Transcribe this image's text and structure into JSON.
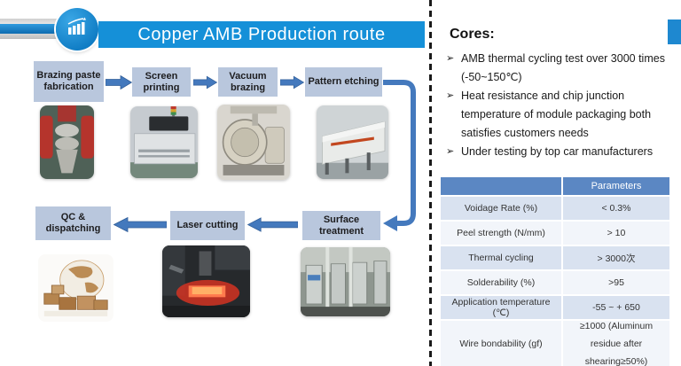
{
  "header": {
    "title": "Copper AMB Production route",
    "banner_color": "#1590d8",
    "logo_icon": "bar-chart-growth-icon"
  },
  "flowchart": {
    "box_color": "#b9c7dd",
    "arrow_color": "#4479bd",
    "top_row": [
      {
        "label": "Brazing paste fabrication",
        "photo": "three-roll-mill-photo"
      },
      {
        "label": "Screen printing",
        "photo": "screen-printing-machine-photo"
      },
      {
        "label": "Vacuum brazing",
        "photo": "vacuum-brazing-furnace-photo"
      },
      {
        "label": "Pattern etching",
        "photo": "etching-line-photo"
      }
    ],
    "bottom_row": [
      {
        "label": "QC & dispatching",
        "photo": "globe-with-packages-photo"
      },
      {
        "label": "Laser cutting",
        "photo": "laser-cutting-machine-photo"
      },
      {
        "label": "Surface treatment",
        "photo": "surface-treatment-line-photo"
      }
    ]
  },
  "cores": {
    "heading": "Cores:",
    "bullet_marker": "➢",
    "bullets": [
      "AMB thermal cycling test over 3000 times  (-50~150℃)",
      "Heat resistance and chip junction temperature of module packaging both satisfies customers needs",
      "Under testing by top car manufacturers"
    ]
  },
  "table": {
    "header": [
      "",
      "Parameters"
    ],
    "header_bg": "#5b87c3",
    "row_colors": [
      "#d9e2f0",
      "#f2f5fa"
    ],
    "rows": [
      [
        "Voidage Rate  (%)",
        "< 0.3%"
      ],
      [
        "Peel strength  (N/mm)",
        "> 10"
      ],
      [
        "Thermal cycling",
        "> 3000次"
      ],
      [
        "Solderability  (%)",
        ">95"
      ],
      [
        "Application temperature  (℃)",
        "-55 ~ + 650"
      ],
      [
        "Wire bondability  (gf)",
        "≥1000  (Aluminum residue after shearing≥50%)"
      ]
    ]
  }
}
